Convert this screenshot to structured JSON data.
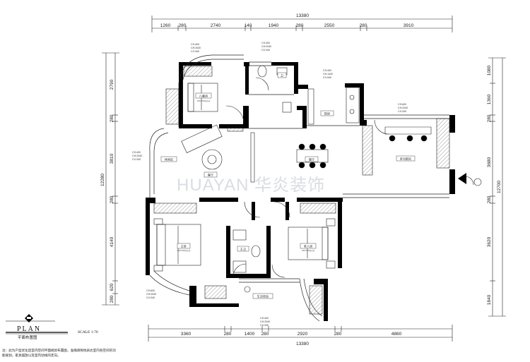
{
  "dims": {
    "top_total": "13380",
    "top_segments": [
      "1260",
      "280",
      "2740",
      "140",
      "1940",
      "280",
      "2550",
      "280",
      "3910"
    ],
    "bottom_segments": [
      "3360",
      "280",
      "1400",
      "280",
      "2920",
      "280",
      "4860"
    ],
    "bottom_total": "13380",
    "left_segments": [
      "2790",
      "280",
      "3810",
      "280",
      "4140",
      "620",
      "280"
    ],
    "left_total": "12280",
    "right_segments": [
      "1080",
      "1360",
      "280",
      "3680",
      "280",
      "3620",
      "1840"
    ],
    "right_total": "12700"
  },
  "rooms": {
    "bedroom_top": "儿童房",
    "study": "休闲区",
    "living": "客厅",
    "dining": "餐厅",
    "kitchen": "厨房",
    "living_right": "多功能区",
    "master": "主卧",
    "second": "老人房",
    "bath_top": "卫",
    "bath_mid": "主卫",
    "balcony": "生活阳台"
  },
  "specs": {
    "s1": [
      "CS:400",
      "CH:2040",
      "CX:340"
    ],
    "s2": [
      "CS:400",
      "CH:2040",
      "CX:340"
    ],
    "s3": [
      "CS:400",
      "CH:1420",
      "CX:940"
    ],
    "s4": [
      "CS:400",
      "CH:2040",
      "CX:340"
    ],
    "s5": [
      "CS:600",
      "CH:2040",
      "CX:340"
    ],
    "s6": [
      "CS:600",
      "CH:2040",
      "CX:340"
    ],
    "s7": [
      "CS:400",
      "CH:2040",
      "CX:340"
    ]
  },
  "furniture_labels": {
    "bed1": "1500*2000床头柜",
    "bed2": "1800*2000床头柜",
    "bed3": "1500*2000床头柜"
  },
  "watermark": "HUAYAN 华炎装饰",
  "legend": {
    "title": "PLAN",
    "subtitle": "平面布置图",
    "scale": "SCALE 1:70"
  },
  "notes": [
    "注：此为户型优化后室内空间平面规划布置图，准确请晰地表达室内各空间的功",
    "能规划，家具摆放以及室内动线的走向。"
  ],
  "colors": {
    "wall": "#000000",
    "line": "#222222",
    "hatch": "#444444"
  }
}
